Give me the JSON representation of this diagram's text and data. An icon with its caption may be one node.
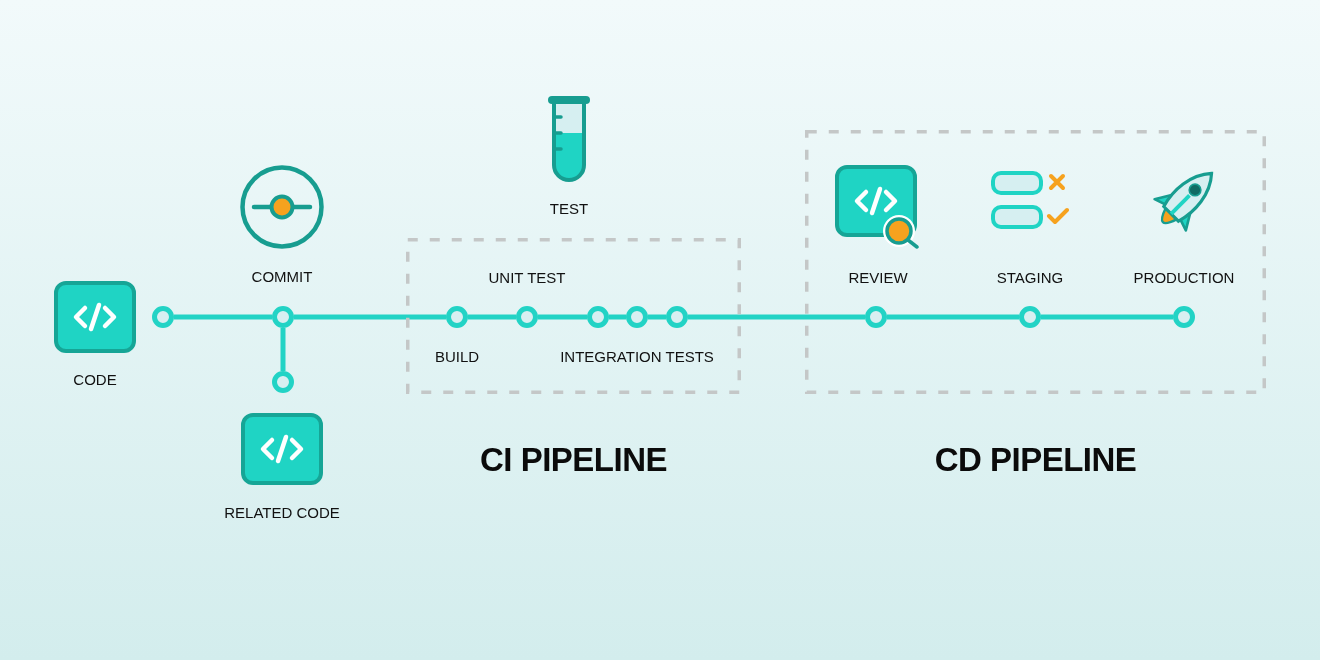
{
  "diagram": {
    "nodes": [
      {
        "text": [
          "CODE"
        ]
      },
      {
        "text": [],
        "shape": "circle"
      },
      {
        "text": [
          "COMMIT"
        ]
      },
      {
        "text": [],
        "shape": "circle"
      },
      {
        "text": [],
        "shape": "circle"
      },
      {
        "text": [
          "RELATED CODE"
        ]
      },
      {
        "text": [
          "TEST"
        ]
      },
      {
        "text": [
          "CI PIPELINE"
        ]
      },
      {
        "text": [],
        "shape": "circle",
        "in": 7,
        "beside": [
          "BUILD"
        ]
      },
      {
        "text": [],
        "shape": "circle",
        "in": 7,
        "beside": [
          "UNIT TEST"
        ]
      },
      {
        "text": [],
        "shape": "circle",
        "in": 7
      },
      {
        "text": [],
        "shape": "circle",
        "in": 7
      },
      {
        "text": [],
        "shape": "circle",
        "in": 7
      },
      {
        "text": [
          "CD PIPELINE"
        ]
      },
      {
        "text": [
          "REVIEW"
        ],
        "in": 13
      },
      {
        "text": [
          "STAGING"
        ],
        "in": 13
      },
      {
        "text": [
          "PRODUCTION"
        ],
        "in": 13
      },
      {
        "text": [],
        "shape": "circle",
        "in": 13
      },
      {
        "text": [],
        "shape": "circle",
        "in": 13
      },
      {
        "text": [],
        "shape": "circle",
        "in": 13
      }
    ],
    "edges": [
      {
        "from": 1,
        "to": 3,
        "arrow": "none"
      },
      {
        "from": 3,
        "to": 4,
        "arrow": "none"
      },
      {
        "from": 3,
        "to": 8,
        "arrow": "none"
      },
      {
        "from": 8,
        "to": 9,
        "arrow": "none"
      },
      {
        "from": 9,
        "to": 10,
        "arrow": "none"
      },
      {
        "from": 10,
        "to": 11,
        "arrow": "none"
      },
      {
        "from": 11,
        "to": 12,
        "arrow": "none"
      },
      {
        "from": 12,
        "to": 17,
        "arrow": "none"
      },
      {
        "from": 17,
        "to": 18,
        "arrow": "none"
      },
      {
        "from": 18,
        "to": 19,
        "arrow": "none"
      }
    ],
    "labels": [
      "INTEGRATION TESTS"
    ]
  }
}
